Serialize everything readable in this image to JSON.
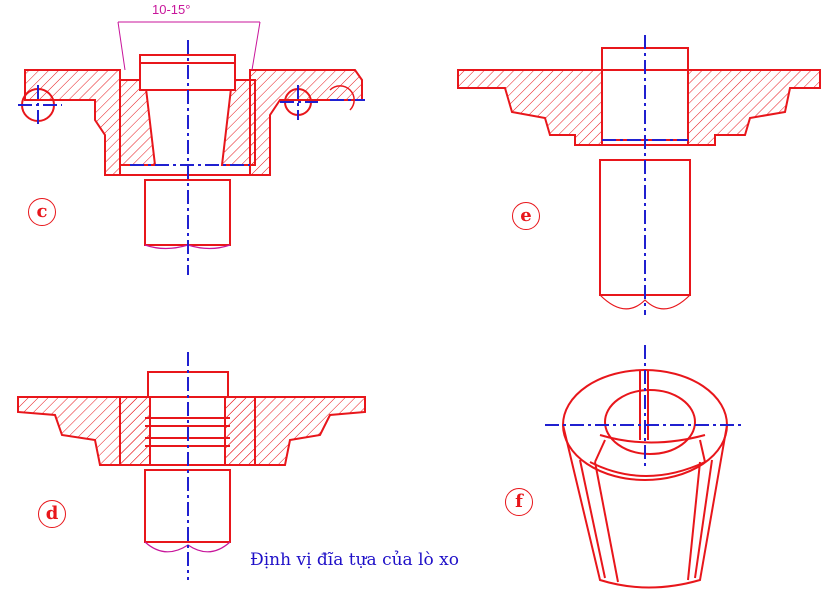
{
  "caption": "Định vị đĩa tựa của lò xo",
  "dimension": "10-15°",
  "labels": {
    "c": "c",
    "d": "d",
    "e": "e",
    "f": "f"
  },
  "colors": {
    "outline": "#e8161b",
    "hatch": "#e8161b",
    "center": "#2020d0",
    "dim": "#c8169b",
    "caption": "#1f10c8"
  }
}
